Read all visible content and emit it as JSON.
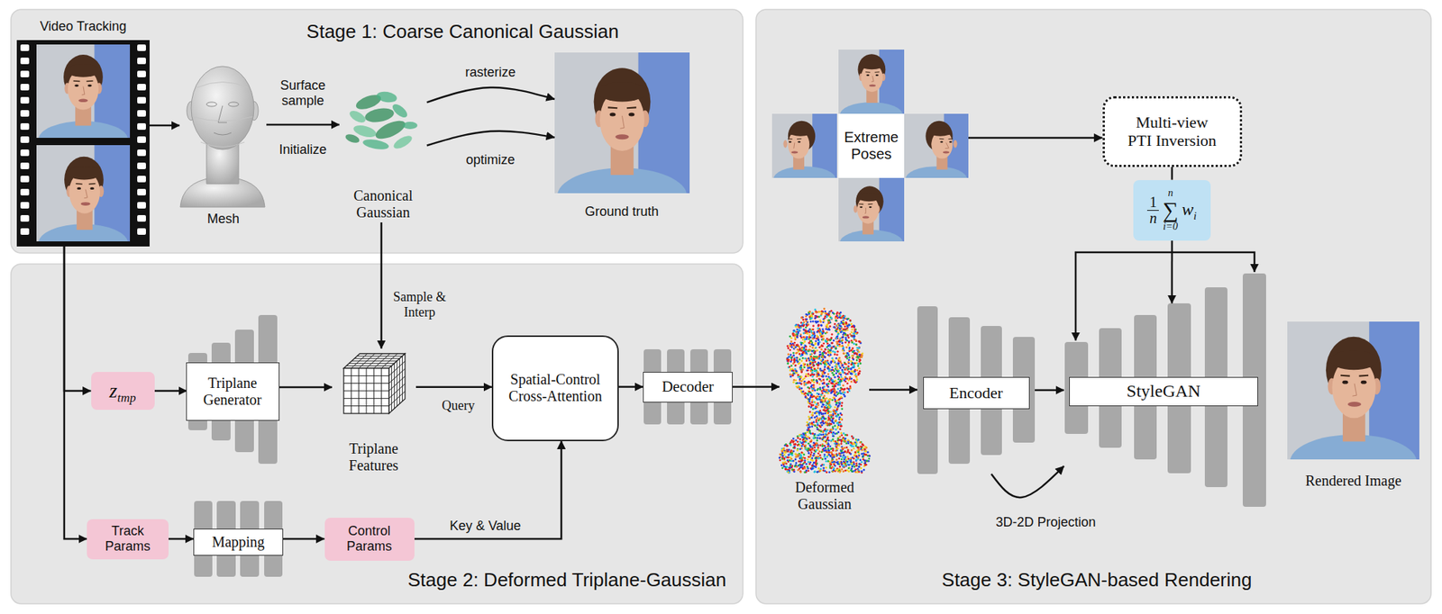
{
  "diagram": {
    "nodes": [
      {
        "text": [
          "Stage 1: Coarse Canonical Gaussian"
        ]
      },
      {
        "text": [
          "Video Tracking"
        ],
        "in": 0
      },
      {
        "text": [
          "Mesh"
        ],
        "in": 0
      },
      {
        "text": [
          "Canonical Gaussian"
        ],
        "in": 0
      },
      {
        "text": [
          "Ground truth"
        ],
        "in": 0
      },
      {
        "text": [
          "Stage 2: Deformed Triplane-Gaussian"
        ]
      },
      {
        "text": [
          "z",
          "tmp"
        ],
        "in": 5
      },
      {
        "text": [
          "Triplane Generator"
        ],
        "in": 5
      },
      {
        "text": [
          "Triplane Features"
        ],
        "in": 5
      },
      {
        "text": [
          "Spatial-Control Cross-Attention"
        ],
        "in": 5
      },
      {
        "text": [
          "Decoder"
        ],
        "in": 5
      },
      {
        "text": [
          "Track Params"
        ],
        "in": 5
      },
      {
        "text": [
          "Mapping"
        ],
        "in": 5
      },
      {
        "text": [
          "Control Params"
        ],
        "in": 5
      },
      {
        "text": [
          "Stage 3: StyleGAN-based Rendering"
        ]
      },
      {
        "text": [
          "Extreme Poses"
        ],
        "in": 14
      },
      {
        "text": [
          "Multi-view PTI Inversion"
        ],
        "in": 14
      },
      {
        "text": [
          "1",
          "n",
          "n",
          "∑",
          "i=0",
          "w",
          "i"
        ],
        "in": 14
      },
      {
        "text": [
          "Deformed Gaussian"
        ],
        "in": 14
      },
      {
        "text": [
          "Encoder"
        ],
        "in": 14
      },
      {
        "text": [
          "StyleGAN"
        ],
        "in": 14
      },
      {
        "text": [
          "Rendered Image"
        ],
        "in": 14
      }
    ],
    "edges": [
      {
        "from": 1,
        "to": 2,
        "arrow": "to"
      },
      {
        "from": 2,
        "to": 3,
        "label": "Surface sample",
        "arrow": "to"
      },
      {
        "from": 3,
        "to": 4,
        "label": "rasterize",
        "arrow": "to"
      },
      {
        "from": 3,
        "to": 4,
        "label": "optimize",
        "arrow": "to"
      },
      {
        "from": 3,
        "to": 8,
        "label": "Sample & Interp",
        "arrow": "to"
      },
      {
        "from": 1,
        "to": 6,
        "arrow": "to"
      },
      {
        "from": 1,
        "to": 11,
        "arrow": "to"
      },
      {
        "from": 6,
        "to": 7,
        "arrow": "to"
      },
      {
        "from": 7,
        "to": 8,
        "arrow": "to"
      },
      {
        "from": 8,
        "to": 9,
        "label": "Query",
        "arrow": "to"
      },
      {
        "from": 11,
        "to": 12,
        "arrow": "to"
      },
      {
        "from": 12,
        "to": 13,
        "arrow": "to"
      },
      {
        "from": 13,
        "to": 9,
        "label": "Key & Value",
        "arrow": "to"
      },
      {
        "from": 9,
        "to": 10,
        "arrow": "to"
      },
      {
        "from": 10,
        "to": 18,
        "arrow": "to"
      },
      {
        "from": 18,
        "to": 19,
        "arrow": "to"
      },
      {
        "from": 19,
        "to": 20,
        "arrow": "to"
      },
      {
        "from": 19,
        "to": 20,
        "label": "3D-2D Projection",
        "arrow": "to"
      },
      {
        "from": 15,
        "to": 16,
        "arrow": "to"
      },
      {
        "from": 16,
        "to": 17,
        "arrow": "none"
      },
      {
        "from": 17,
        "to": 20,
        "arrow": "to"
      }
    ],
    "labels": [
      "Initialize"
    ]
  }
}
